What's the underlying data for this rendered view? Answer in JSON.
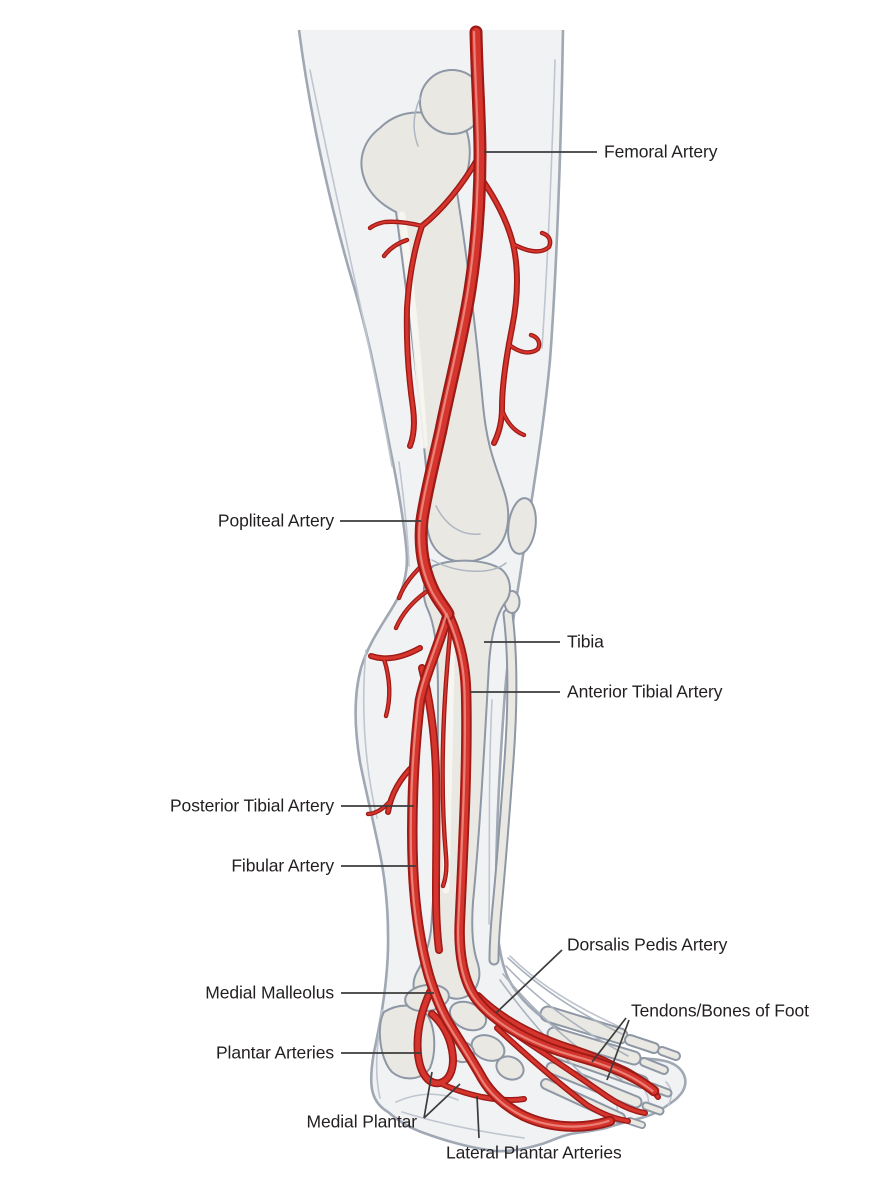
{
  "labels": {
    "femoral": "Femoral Artery",
    "popliteal": "Popliteal Artery",
    "tibia": "Tibia",
    "anterior_tibial": "Anterior Tibial Artery",
    "posterior_tibial": "Posterior Tibial Artery",
    "fibular": "Fibular Artery",
    "dorsalis_pedis": "Dorsalis Pedis Artery",
    "medial_malleolus": "Medial Malleolus",
    "tendons_bones": "Tendons/Bones of Foot",
    "plantar": "Plantar Arteries",
    "medial_plantar": "Medial Plantar",
    "lateral_plantar": "Lateral Plantar Arteries"
  },
  "colors": {
    "background": "#ffffff",
    "artery_fill": "#d5352d",
    "artery_outline": "#9e1a16",
    "artery_highlight": "#ef8e84",
    "bone_fill": "#eae8e2",
    "bone_outline": "#8e97a5",
    "skin_fill": "#f1f2f4",
    "skin_outline": "#a0a8b4",
    "leader_line": "#3c3c3c",
    "label_text": "#231f20"
  }
}
